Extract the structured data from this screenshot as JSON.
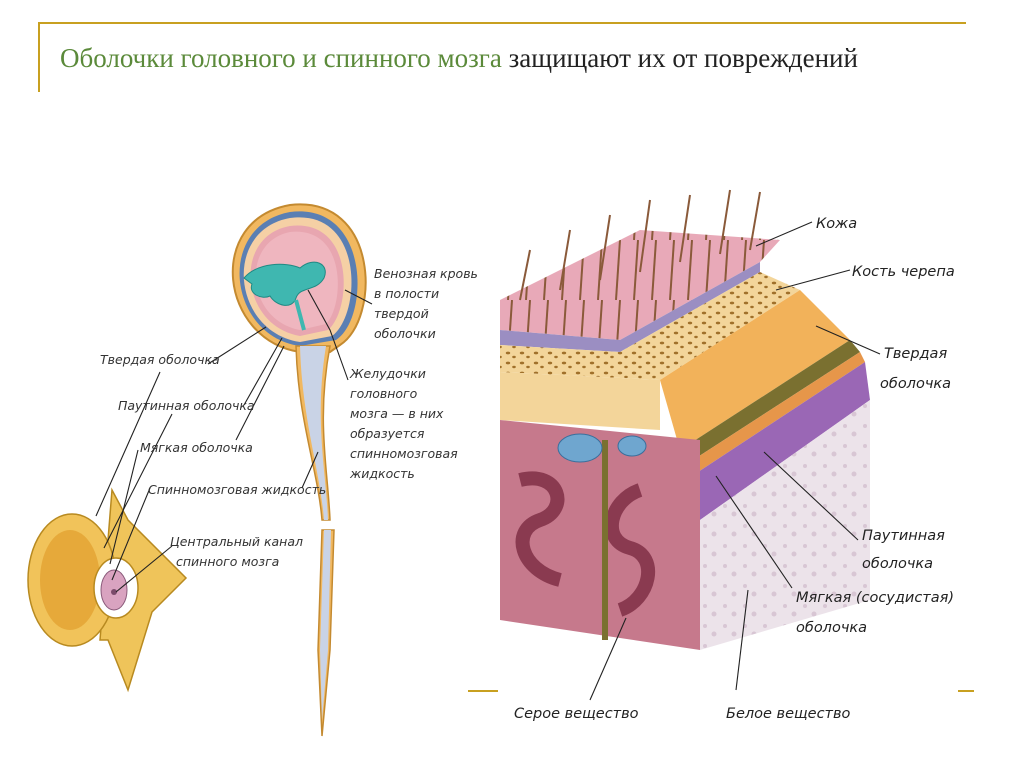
{
  "slide": {
    "title_highlight": "Оболочки головного и спинного мозга",
    "title_rest": " защищают их от повреждений",
    "accent_color": "#c8a020",
    "highlight_color": "#5b8a3a"
  },
  "left_diagram": {
    "labels": {
      "venous": [
        "Венозная кровь",
        "в полости",
        "твердой",
        "оболочки"
      ],
      "ventricles": [
        "Желудочки",
        "головного",
        "мозга — в них",
        "образуется",
        "спинномозговая",
        "жидкость"
      ],
      "dura": "Твердая оболочка",
      "arachnoid": "Паутинная оболочка",
      "pia": "Мягкая оболочка",
      "csf": "Спинномозговая жидкость",
      "canal": [
        "Центральный канал",
        "спинного мозга"
      ]
    }
  },
  "right_diagram": {
    "labels": {
      "skin": "Кожа",
      "skull": "Кость черепа",
      "dura": [
        "Твердая",
        "оболочка"
      ],
      "arachnoid": [
        "Паутинная",
        "оболочка"
      ],
      "pia": [
        "Мягкая (сосудистая)",
        "оболочка"
      ],
      "gray": "Серое вещество",
      "white": "Белое вещество"
    }
  }
}
